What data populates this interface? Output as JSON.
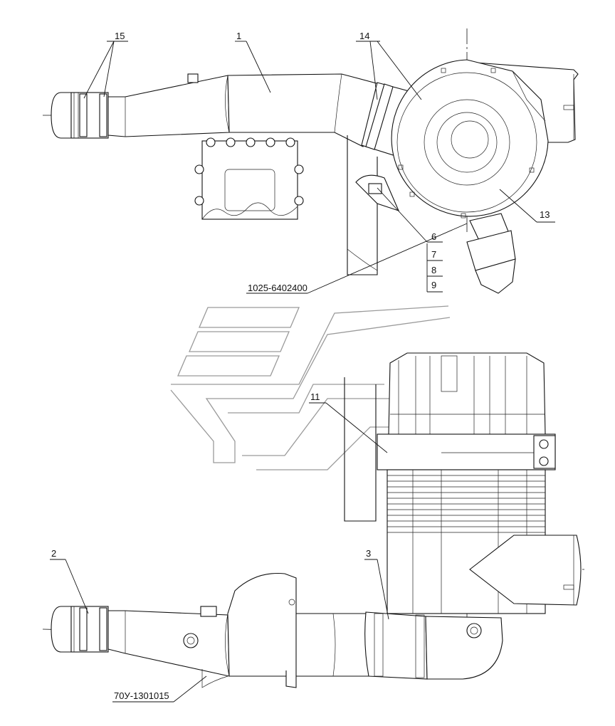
{
  "callouts": {
    "c1": "1",
    "c2": "2",
    "c3": "3",
    "c6": "6",
    "c7": "7",
    "c8": "8",
    "c9": "9",
    "c11": "11",
    "c13": "13",
    "c14": "14",
    "c15": "15"
  },
  "part_numbers": {
    "bracket": "1025-6402400",
    "pipe": "70У-1301015"
  }
}
